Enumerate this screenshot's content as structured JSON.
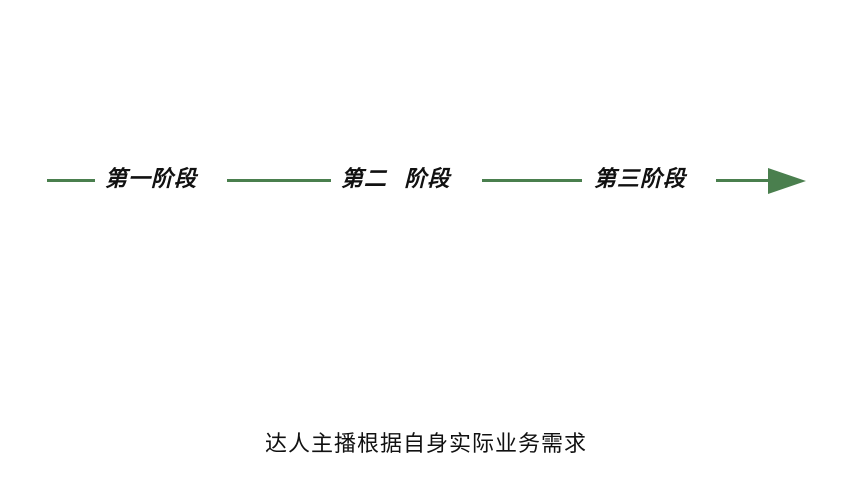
{
  "accent_color": "#4a7f4e",
  "stages": [
    {
      "label": "第一阶段"
    },
    {
      "label": "第二  阶段"
    },
    {
      "label": "第三阶段"
    }
  ],
  "caption": "达人主播根据自身实际业务需求"
}
